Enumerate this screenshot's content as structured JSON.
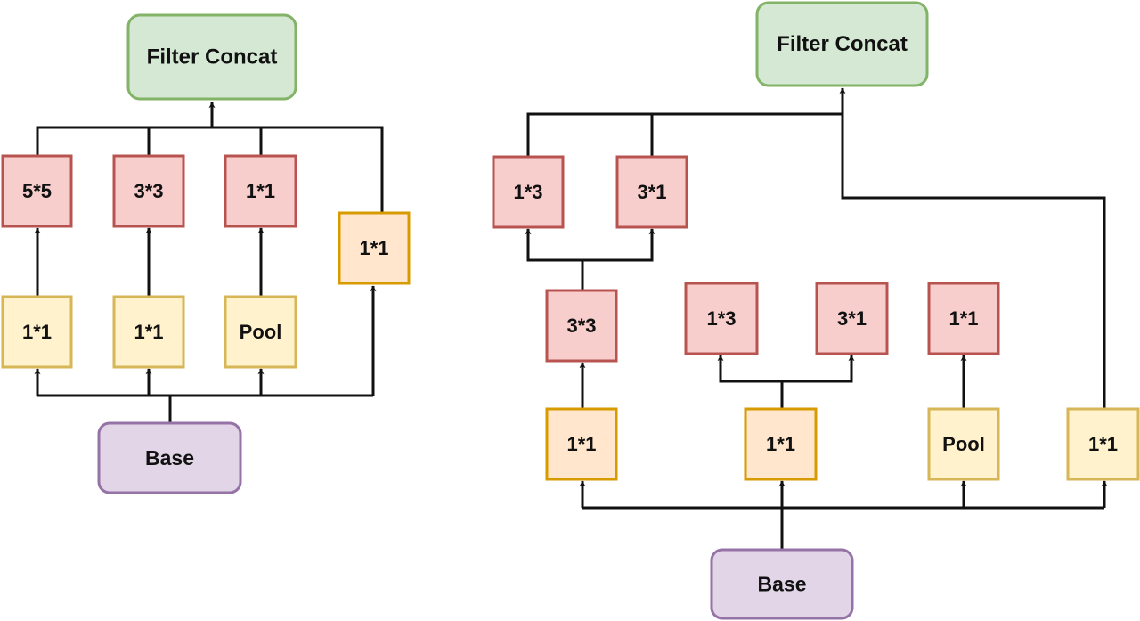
{
  "colors": {
    "concat_fill": "#d5e8d4",
    "concat_stroke": "#82b366",
    "base_fill": "#e1d5e7",
    "base_stroke": "#9673a6",
    "conv_fill": "#f8cecc",
    "conv_stroke": "#b85450",
    "yellow_fill": "#fff2cc",
    "yellow_stroke": "#d6b656",
    "orange_fill": "#ffe6cc",
    "orange_stroke": "#d79b00",
    "line": "#111111"
  },
  "left": {
    "filter_concat": "Filter Concat",
    "base": "Base",
    "top_5x5": "5*5",
    "top_3x3": "3*3",
    "top_1x1": "1*1",
    "side_1x1": "1*1",
    "bottom_1x1_a": "1*1",
    "bottom_1x1_b": "1*1",
    "bottom_pool": "Pool"
  },
  "right": {
    "filter_concat": "Filter Concat",
    "base": "Base",
    "top_1x3": "1*3",
    "top_3x1": "3*1",
    "mid_3x3": "3*3",
    "mid_1x3": "1*3",
    "mid_3x1": "3*1",
    "mid_1x1": "1*1",
    "bottom_1x1_a": "1*1",
    "bottom_1x1_b": "1*1",
    "bottom_pool": "Pool",
    "bottom_1x1_c": "1*1"
  }
}
